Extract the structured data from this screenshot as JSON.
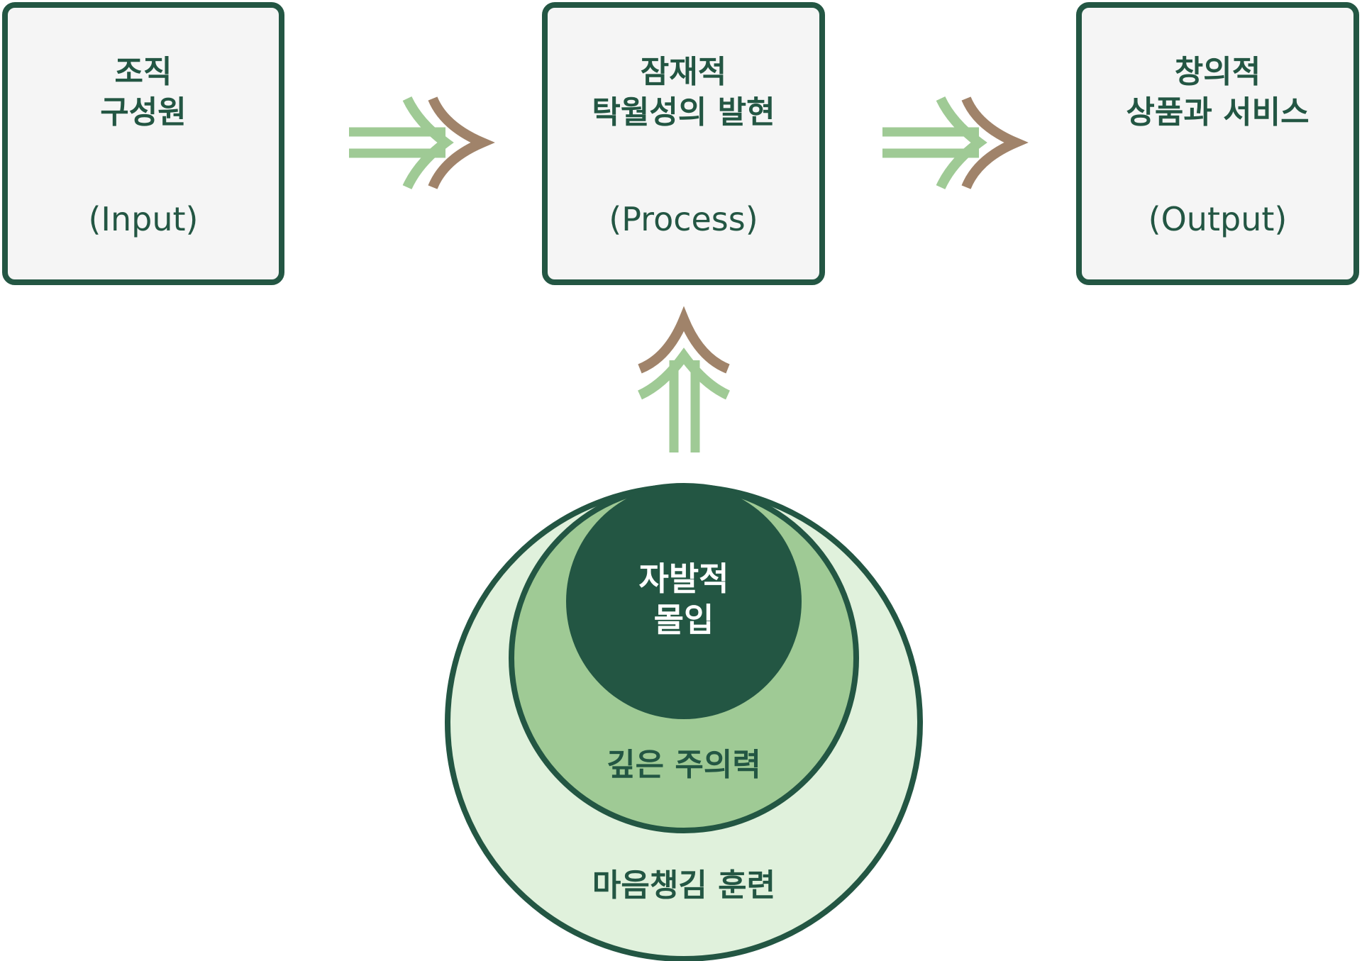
{
  "boxes": {
    "input": {
      "title": "조직\n구성원",
      "subtitle": "(Input)"
    },
    "process": {
      "title": "잠재적\n탁월성의 발현",
      "subtitle": "(Process)"
    },
    "output": {
      "title": "창의적\n상품과 서비스",
      "subtitle": "(Output)"
    }
  },
  "circles": {
    "outer": {
      "label": "마음챙김 훈련"
    },
    "middle": {
      "label": "깊은 주의력"
    },
    "inner": {
      "label": "자발적\n몰입"
    }
  },
  "colors": {
    "dark_green": "#235643",
    "light_green": "#9fca95",
    "pale_green": "#e0f1dc",
    "brown": "#a0836a",
    "box_fill": "#f5f5f5"
  }
}
